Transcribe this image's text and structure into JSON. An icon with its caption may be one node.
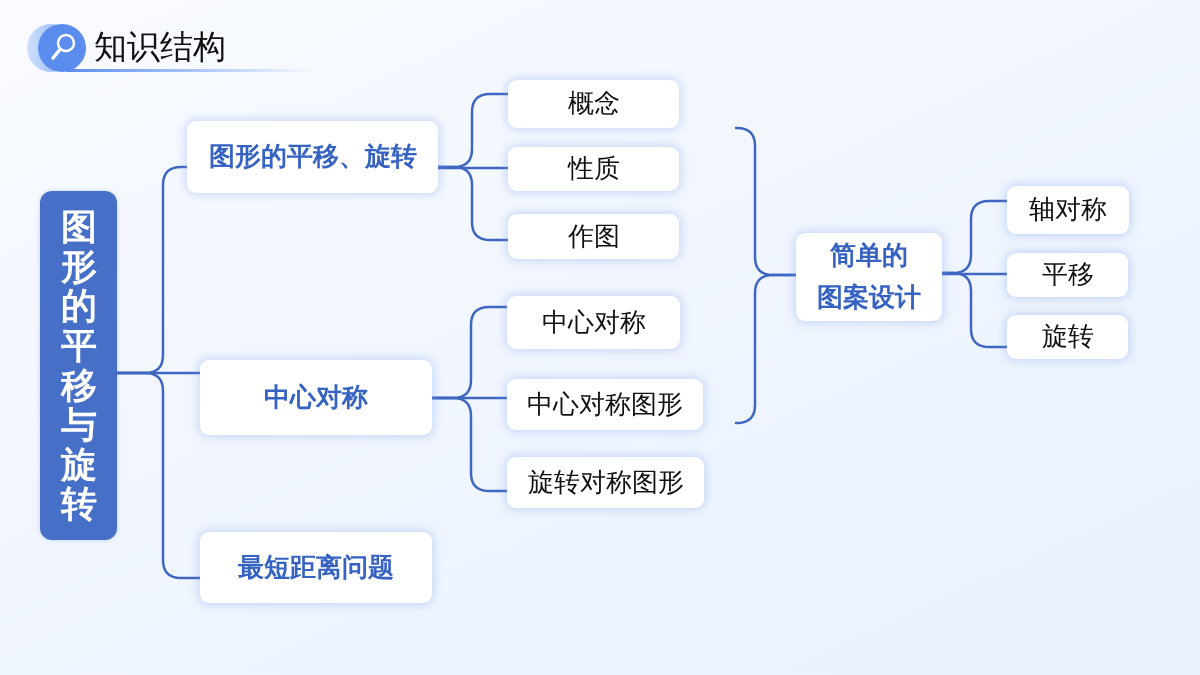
{
  "diagram": {
    "title": "知识结构",
    "nodes": [
      {
        "text": [
          "图形的平移与旋转"
        ]
      },
      {
        "text": [
          "图形的平移、旋转"
        ]
      },
      {
        "text": [
          "中心对称"
        ]
      },
      {
        "text": [
          "最短距离问题"
        ]
      },
      {
        "text": [
          "概念"
        ]
      },
      {
        "text": [
          "性质"
        ]
      },
      {
        "text": [
          "作图"
        ]
      },
      {
        "text": [
          "中心对称"
        ]
      },
      {
        "text": [
          "中心对称图形"
        ]
      },
      {
        "text": [
          "旋转对称图形"
        ]
      },
      {
        "text": [
          "简单的图案设计"
        ]
      },
      {
        "text": [
          "轴对称"
        ]
      },
      {
        "text": [
          "平移"
        ]
      },
      {
        "text": [
          "旋转"
        ]
      }
    ],
    "edges": [
      {
        "from": 0,
        "to": 1,
        "arrow": "none"
      },
      {
        "from": 0,
        "to": 2,
        "arrow": "none"
      },
      {
        "from": 0,
        "to": 3,
        "arrow": "none"
      },
      {
        "from": 1,
        "to": 4,
        "arrow": "none"
      },
      {
        "from": 1,
        "to": 5,
        "arrow": "none"
      },
      {
        "from": 1,
        "to": 6,
        "arrow": "none"
      },
      {
        "from": 2,
        "to": 7,
        "arrow": "none"
      },
      {
        "from": 2,
        "to": 8,
        "arrow": "none"
      },
      {
        "from": 2,
        "to": 9,
        "arrow": "none"
      },
      {
        "from": null,
        "to": 10,
        "arrow": "none"
      },
      {
        "from": null,
        "to": 10,
        "arrow": "none"
      },
      {
        "from": 10,
        "to": 11,
        "arrow": "none"
      },
      {
        "from": 10,
        "to": 12,
        "arrow": "none"
      },
      {
        "from": 10,
        "to": 13,
        "arrow": "none"
      }
    ]
  }
}
